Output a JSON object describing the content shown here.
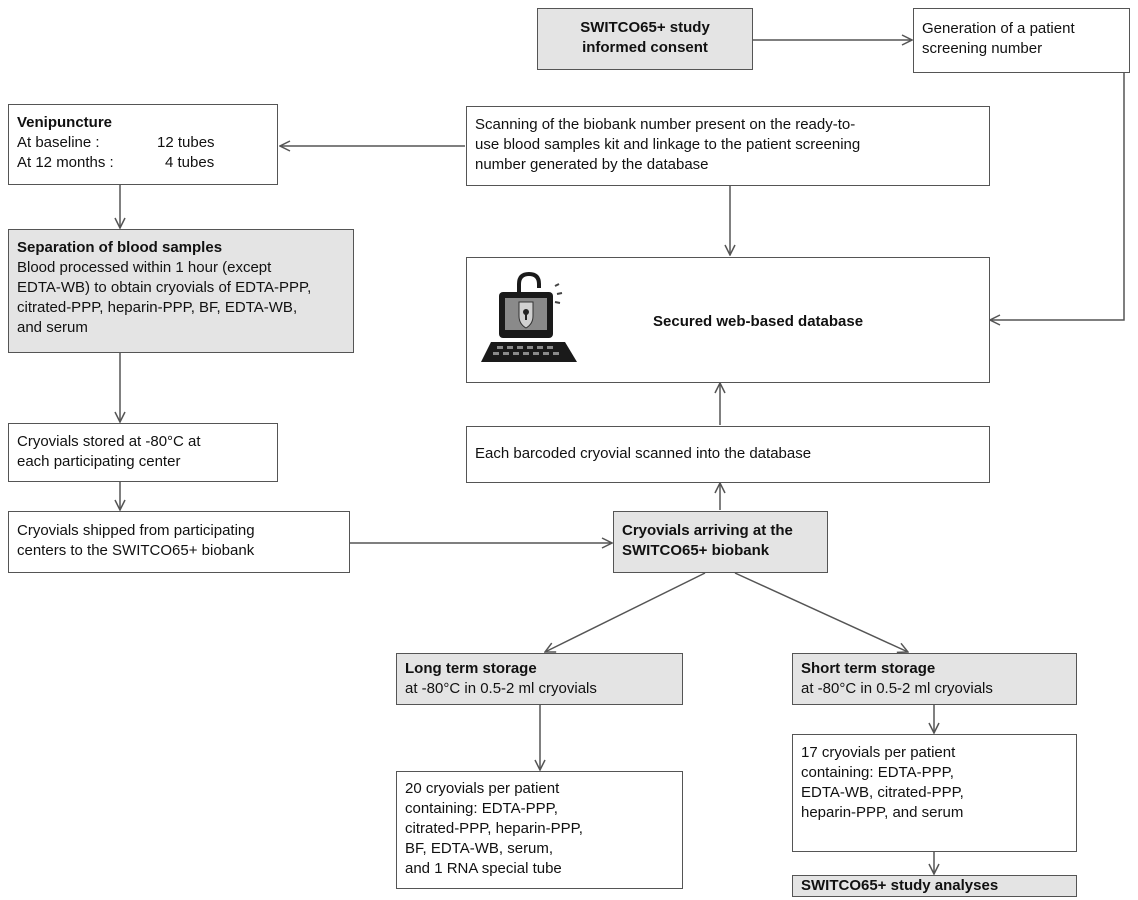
{
  "consent": {
    "line1": "SWITCO65+ study",
    "line2": "informed consent"
  },
  "screening": {
    "line1": "Generation of a patient",
    "line2": "screening number"
  },
  "venipuncture": {
    "title": "Venipuncture",
    "baseline_label": "At baseline :",
    "baseline_value": "12 tubes",
    "months_label": "At 12 months :",
    "months_value": "4 tubes"
  },
  "scanning": {
    "line1": "Scanning of the biobank number present on the ready-to-",
    "line2": "use blood samples kit and linkage to the patient screening",
    "line3": "number generated by the database"
  },
  "separation": {
    "title": "Separation of blood samples",
    "line1": "Blood processed within 1 hour (except",
    "line2": "EDTA-WB) to obtain cryovials of EDTA-PPP,",
    "line3": "citrated-PPP, heparin-PPP, BF, EDTA-WB,",
    "line4": "and serum"
  },
  "database": {
    "title": "Secured web-based database",
    "icon": "secure-computer-icon"
  },
  "stored": {
    "line1": "Cryovials stored at -80°C at",
    "line2": "each participating center"
  },
  "scanned": {
    "text": "Each barcoded cryovial scanned into the database"
  },
  "shipped": {
    "line1": "Cryovials shipped from participating",
    "line2": "centers to the SWITCO65+ biobank"
  },
  "arriving": {
    "line1": "Cryovials arriving at the",
    "line2": "SWITCO65+ biobank"
  },
  "long_term": {
    "title": "Long term storage",
    "text": "at -80°C in 0.5-2 ml cryovials"
  },
  "short_term": {
    "title": "Short term storage",
    "text": "at -80°C in 0.5-2 ml cryovials"
  },
  "long_contents": {
    "line1": "20 cryovials per patient",
    "line2": "containing: EDTA-PPP,",
    "line3": "citrated-PPP, heparin-PPP,",
    "line4": "BF, EDTA-WB, serum,",
    "line5": "and 1 RNA special tube"
  },
  "short_contents": {
    "line1": "17 cryovials per patient",
    "line2": "containing: EDTA-PPP,",
    "line3": "EDTA-WB, citrated-PPP,",
    "line4": "heparin-PPP, and serum"
  },
  "analyses": {
    "title": "SWITCO65+ study analyses"
  }
}
